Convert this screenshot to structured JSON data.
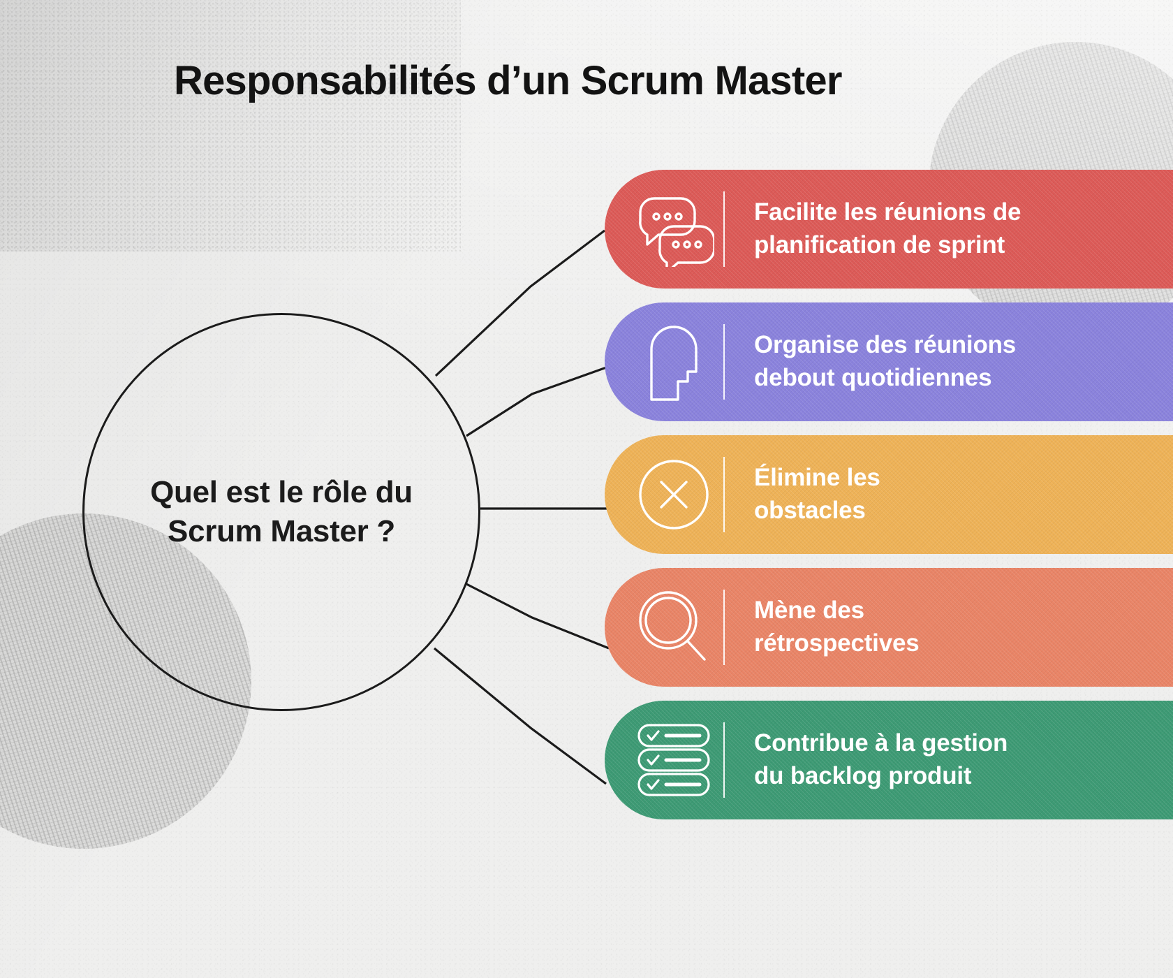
{
  "title": "Responsabilités d’un Scrum Master",
  "hub": {
    "text": "Quel est le rôle du\nScrum Master ?",
    "border_color": "#1b1b1b"
  },
  "background": {
    "base_color": "#efefee",
    "decorative_circle_color": "#d8d8d7"
  },
  "branches": [
    {
      "icon": "speech-bubbles-icon",
      "label": "Facilite les réunions de\nplanification de sprint",
      "color": "#dc5a57"
    },
    {
      "icon": "head-profile-icon",
      "label": "Organise des réunions\ndebout quotidiennes",
      "color": "#8a82dc"
    },
    {
      "icon": "circle-x-icon",
      "label": "Élimine les\nobstacles",
      "color": "#eeb257"
    },
    {
      "icon": "magnifier-icon",
      "label": "Mène des\nrétrospectives",
      "color": "#e98466"
    },
    {
      "icon": "checklist-icon",
      "label": "Contribue à la gestion\ndu backlog produit",
      "color": "#3d9a74"
    }
  ]
}
